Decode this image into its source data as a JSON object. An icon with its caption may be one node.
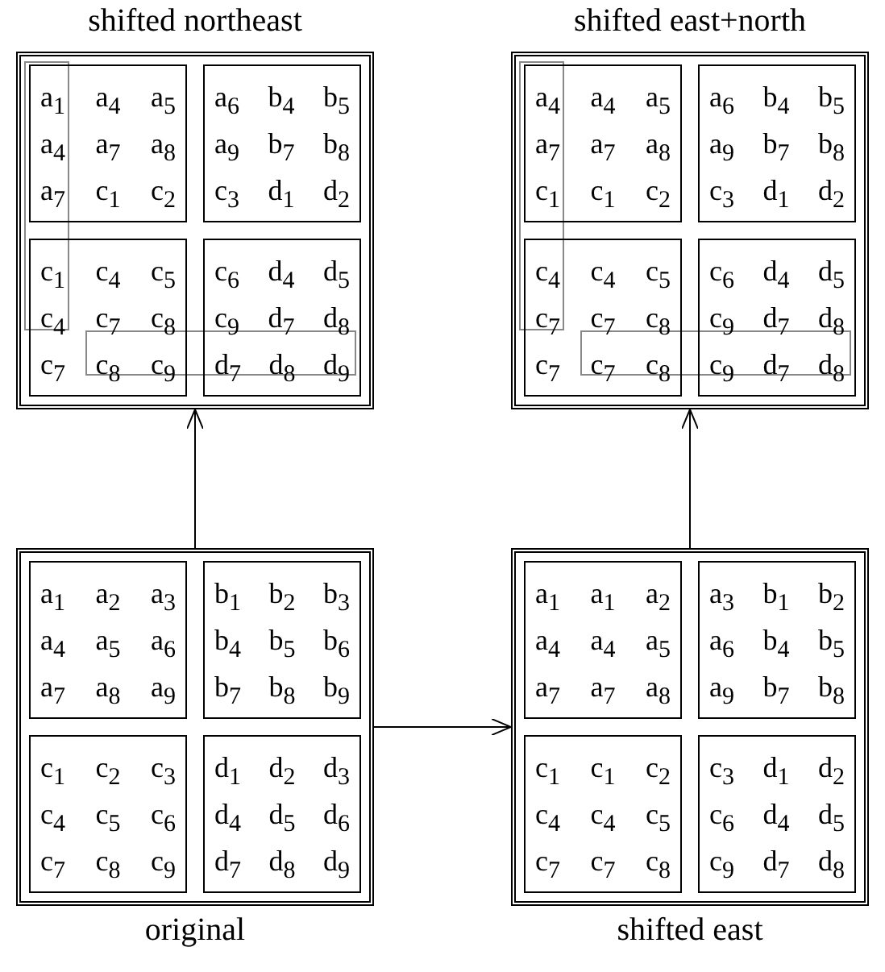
{
  "diagram": {
    "nodes": [
      {
        "text": [
          "shifted northeast"
        ]
      },
      {
        "text": [
          "a$_{1}$ a$_{4}$ a$_{5}$",
          "a$_{4}$ a$_{7}$ a$_{8}$",
          "a$_{7}$ c$_{1}$ c$_{2}$"
        ],
        "in": 0
      },
      {
        "text": [
          "a$_{6}$ b$_{4}$ b$_{5}$",
          "a$_{9}$ b$_{7}$ b$_{8}$",
          "c$_{3}$ d$_{1}$ d$_{2}$"
        ],
        "in": 0
      },
      {
        "text": [
          "c$_{1}$ c$_{4}$ c$_{5}$",
          "c$_{4}$ c$_{7}$ c$_{8}$",
          "c$_{7}$ c$_{8}$ c$_{9}$"
        ],
        "in": 0
      },
      {
        "text": [
          "c$_{6}$ d$_{4}$ d$_{5}$",
          "c$_{9}$ d$_{7}$ d$_{8}$",
          "d$_{7}$ d$_{8}$ d$_{9}$"
        ],
        "in": 0
      },
      {
        "text": [
          "shifted east+north"
        ]
      },
      {
        "text": [
          "a$_{4}$ a$_{4}$ a$_{5}$",
          "a$_{7}$ a$_{7}$ a$_{8}$",
          "c$_{1}$ c$_{1}$ c$_{2}$"
        ],
        "in": 5
      },
      {
        "text": [
          "a$_{6}$ b$_{4}$ b$_{5}$",
          "a$_{9}$ b$_{7}$ b$_{8}$",
          "c$_{3}$ d$_{1}$ d$_{2}$"
        ],
        "in": 5
      },
      {
        "text": [
          "c$_{4}$ c$_{4}$ c$_{5}$",
          "c$_{7}$ c$_{7}$ c$_{8}$",
          "c$_{7}$ c$_{7}$ c$_{8}$"
        ],
        "in": 5
      },
      {
        "text": [
          "c$_{6}$ d$_{4}$ d$_{5}$",
          "c$_{9}$ d$_{7}$ d$_{8}$",
          "c$_{9}$ d$_{7}$ d$_{8}$"
        ],
        "in": 5
      },
      {
        "text": [
          "original"
        ]
      },
      {
        "text": [
          "a$_{1}$ a$_{2}$ a$_{3}$",
          "a$_{4}$ a$_{5}$ a$_{6}$",
          "a$_{7}$ a$_{8}$ a$_{9}$"
        ],
        "in": 10
      },
      {
        "text": [
          "b$_{1}$ b$_{2}$ b$_{3}$",
          "b$_{4}$ b$_{5}$ b$_{6}$",
          "b$_{7}$ b$_{8}$ b$_{9}$"
        ],
        "in": 10
      },
      {
        "text": [
          "c$_{1}$ c$_{2}$ c$_{3}$",
          "c$_{4}$ c$_{5}$ c$_{6}$",
          "c$_{7}$ c$_{8}$ c$_{9}$"
        ],
        "in": 10
      },
      {
        "text": [
          "d$_{1}$ d$_{2}$ d$_{3}$",
          "d$_{4}$ d$_{5}$ d$_{6}$",
          "d$_{7}$ d$_{8}$ d$_{9}$"
        ],
        "in": 10
      },
      {
        "text": [
          "shifted east"
        ]
      },
      {
        "text": [
          "a$_{1}$ a$_{1}$ a$_{2}$",
          "a$_{4}$ a$_{4}$ a$_{5}$",
          "a$_{7}$ a$_{7}$ a$_{8}$"
        ],
        "in": 15
      },
      {
        "text": [
          "a$_{3}$ b$_{1}$ b$_{2}$",
          "a$_{6}$ b$_{4}$ b$_{5}$",
          "a$_{9}$ b$_{7}$ b$_{8}$"
        ],
        "in": 15
      },
      {
        "text": [
          "c$_{1}$ c$_{1}$ c$_{2}$",
          "c$_{4}$ c$_{4}$ c$_{5}$",
          "c$_{7}$ c$_{7}$ c$_{8}$"
        ],
        "in": 15
      },
      {
        "text": [
          "c$_{3}$ d$_{1}$ d$_{2}$",
          "c$_{6}$ d$_{4}$ d$_{5}$",
          "c$_{9}$ d$_{7}$ d$_{8}$"
        ],
        "in": 15
      }
    ],
    "edges": [
      {
        "from": 10,
        "to": 0,
        "arrow": "to"
      },
      {
        "from": 10,
        "to": 15,
        "arrow": "to"
      },
      {
        "from": 15,
        "to": 5,
        "arrow": "to"
      }
    ]
  }
}
